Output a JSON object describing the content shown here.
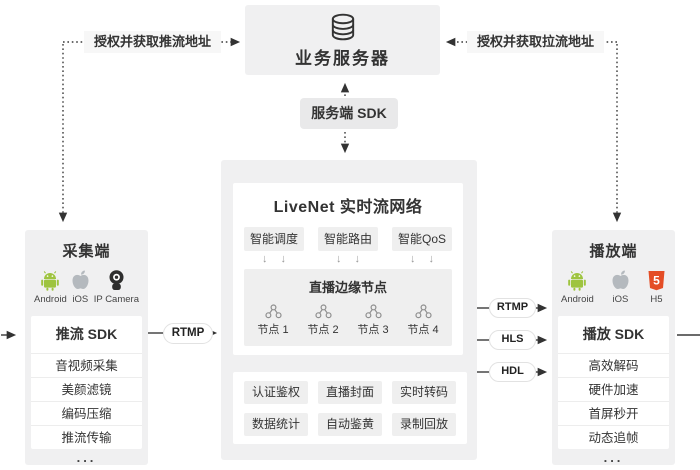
{
  "server": {
    "title": "业务服务器"
  },
  "auth": {
    "push_label": "授权并获取推流地址",
    "pull_label": "授权并获取拉流地址"
  },
  "server_sdk": {
    "label": "服务端 SDK"
  },
  "livenet": {
    "title": "LiveNet 实时流网络",
    "smart_modules": [
      "智能调度",
      "智能路由",
      "智能QoS"
    ],
    "flow_arrow": "↓",
    "edge_nodes": {
      "title": "直播边缘节点",
      "nodes": [
        "节点 1",
        "节点 2",
        "节点 3",
        "节点 4"
      ]
    },
    "services": [
      "认证鉴权",
      "直播封面",
      "实时转码",
      "数据统计",
      "自动鉴黄",
      "录制回放"
    ]
  },
  "capture": {
    "title": "采集端",
    "platforms": [
      {
        "icon": "android-icon",
        "label": "Android"
      },
      {
        "icon": "apple-icon",
        "label": "iOS"
      },
      {
        "icon": "ip-camera-icon",
        "label": "IP Camera"
      }
    ],
    "sdk_title": "推流 SDK",
    "features": [
      "音视频采集",
      "美颜滤镜",
      "编码压缩",
      "推流传输"
    ],
    "more": "..."
  },
  "playback": {
    "title": "播放端",
    "platforms": [
      {
        "icon": "android-icon",
        "label": "Android"
      },
      {
        "icon": "apple-icon",
        "label": "iOS"
      },
      {
        "icon": "h5-icon",
        "label": "H5"
      }
    ],
    "sdk_title": "播放 SDK",
    "features": [
      "高效解码",
      "硬件加速",
      "首屏秒开",
      "动态追帧"
    ],
    "more": "..."
  },
  "protocols": {
    "push": "RTMP",
    "pull": [
      "RTMP",
      "HLS",
      "HDL"
    ]
  },
  "h5_badge": "5",
  "colors": {
    "android_green": "#9ec43f",
    "apple_gray": "#b4b9be",
    "camera_dark": "#2e2e2e",
    "h5_orange": "#e44d26",
    "box_gray": "#f0f0f1",
    "chip_gray": "#efefef",
    "line_dark": "#3a3a3a"
  }
}
